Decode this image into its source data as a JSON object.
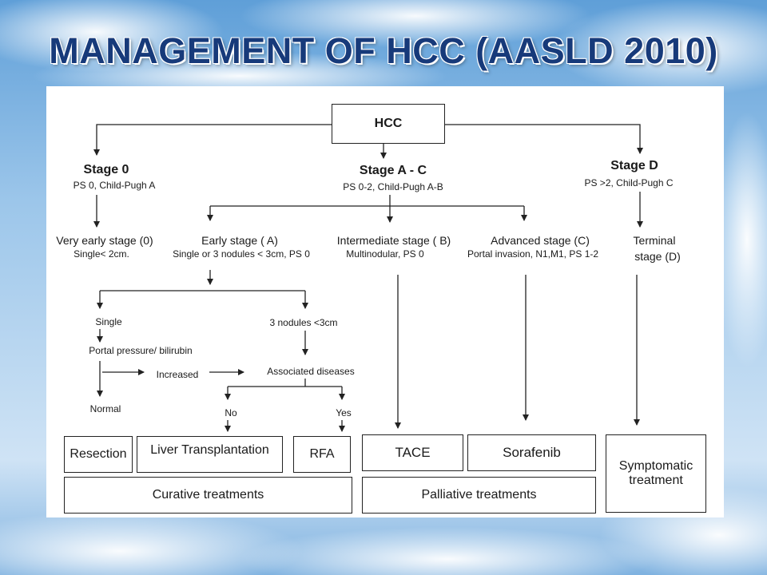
{
  "title": "MANAGEMENT OF HCC (AASLD 2010)",
  "root": "HCC",
  "stages": {
    "stage0": {
      "title": "Stage 0",
      "sub": "PS 0, Child-Pugh A"
    },
    "stageAC": {
      "title": "Stage A - C",
      "sub": "PS 0-2, Child-Pugh A-B"
    },
    "stageD": {
      "title": "Stage  D",
      "sub": "PS >2, Child-Pugh C"
    }
  },
  "substages": {
    "very_early": {
      "title": "Very early stage (0)",
      "sub": "Single< 2cm."
    },
    "early": {
      "title": "Early stage ( A)",
      "sub": "Single or 3 nodules < 3cm, PS 0"
    },
    "intermediate": {
      "title": "Intermediate  stage ( B)",
      "sub": "Multinodular, PS 0"
    },
    "advanced": {
      "title": "Advanced  stage (C)",
      "sub": "Portal invasion, N1,M1, PS 1-2"
    },
    "terminal": {
      "line1": "Terminal",
      "line2": "stage (D)"
    }
  },
  "flow": {
    "single": "Single",
    "nodules": "3 nodules <3cm",
    "portal": "Portal pressure/ bilirubin",
    "increased": "Increased",
    "associated": "Associated diseases",
    "normal": "Normal",
    "no": "No",
    "yes": "Yes"
  },
  "treatments": {
    "resection": "Resection",
    "liver_transplantation": "Liver Transplantation",
    "rfa": "RFA",
    "tace": "TACE",
    "sorafenib": "Sorafenib",
    "symptomatic_line1": "Symptomatic",
    "symptomatic_line2": "treatment",
    "curative": "Curative treatments",
    "palliative": "Palliative treatments"
  }
}
